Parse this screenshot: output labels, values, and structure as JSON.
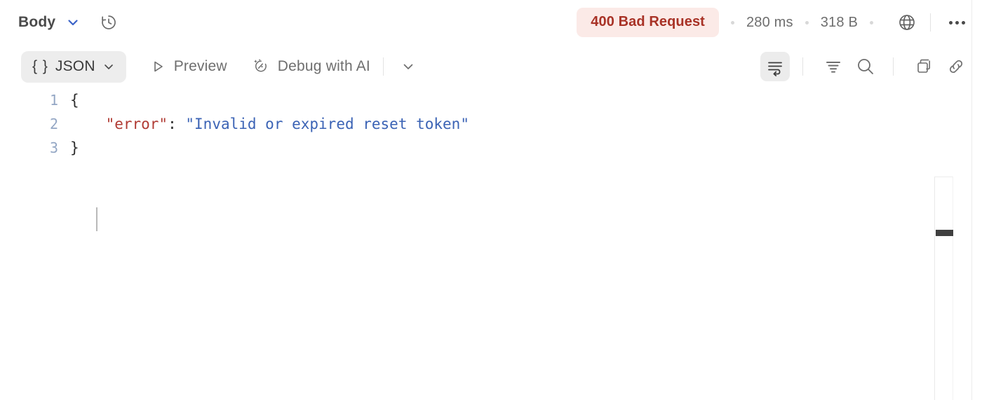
{
  "header": {
    "section_label": "Body",
    "section_chevron_icon": "chevron-down-icon",
    "history_icon": "history-clock-icon",
    "status": {
      "text": "400 Bad Request",
      "color": "#a83226",
      "background": "#fbeae7"
    },
    "duration": "280 ms",
    "size": "318 B",
    "globe_icon": "globe-icon",
    "more_icon": "more-options-icon"
  },
  "toolbar": {
    "format_label": "JSON",
    "format_braces": "{ }",
    "format_chevron_icon": "chevron-down-icon",
    "preview_label": "Preview",
    "preview_icon": "play-triangle-icon",
    "debug_label": "Debug with AI",
    "debug_icon": "sparkle-bug-icon",
    "debug_chevron_icon": "chevron-down-icon",
    "actions": [
      {
        "name": "word-wrap-icon",
        "active": true
      },
      {
        "name": "filter-icon",
        "active": false
      },
      {
        "name": "search-icon",
        "active": false
      },
      {
        "name": "copy-icon",
        "active": false
      },
      {
        "name": "link-icon",
        "active": false
      }
    ]
  },
  "code": {
    "language": "json",
    "lines": [
      {
        "number": "1",
        "punct_open": "{"
      },
      {
        "number": "2",
        "key": "\"error\"",
        "colon": ": ",
        "value": "\"Invalid or expired reset token\""
      },
      {
        "number": "3",
        "punct_close": "}"
      }
    ],
    "colors": {
      "line_number": "#93a6c4",
      "key": "#b03a33",
      "string": "#3b63b5",
      "punctuation": "#2e2e2e"
    }
  },
  "minimap": {
    "name": "code-minimap"
  }
}
